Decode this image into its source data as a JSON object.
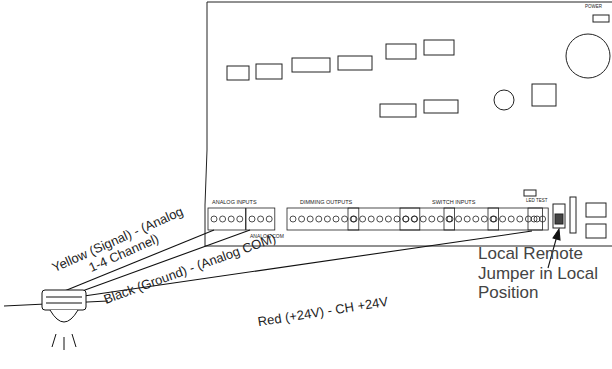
{
  "diagram": {
    "labels": [
      "Yellow (Signal) - (Analog 1-4 Channel)",
      "Black (Ground) - (Analog COM)",
      "Red (+24V) - CH +24V",
      "Local Remote Jumper in Local Position",
      "ANALOG INPUTS",
      "DIMMING OUTPUTS",
      "SWITCH INPUTS",
      "ANALOG COM",
      "POWER",
      "LED TEST"
    ]
  }
}
